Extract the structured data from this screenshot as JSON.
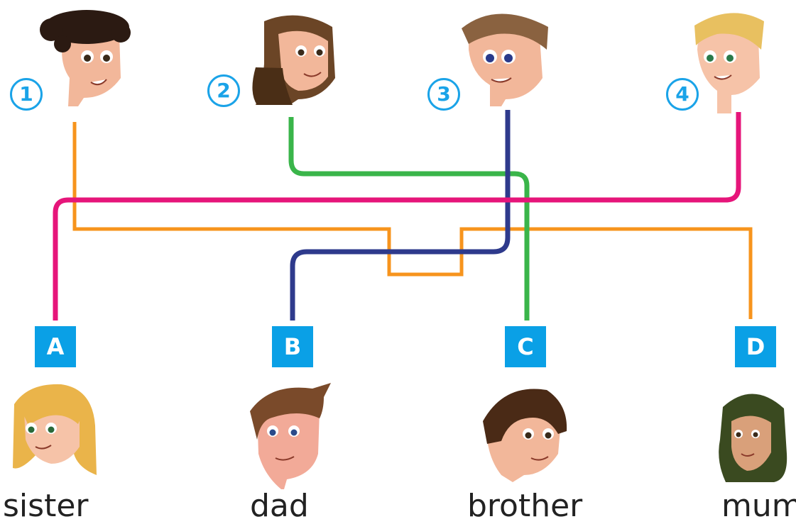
{
  "top_numbers": [
    "1",
    "2",
    "3",
    "4"
  ],
  "bottom_letters": [
    "A",
    "B",
    "C",
    "D"
  ],
  "bottom_words": [
    "sister",
    "dad",
    "brother",
    "mum"
  ],
  "line_colors": {
    "line_1": "#f7941d",
    "line_2": "#3ab54a",
    "line_3": "#2e3a8c",
    "line_4": "#e6157a"
  },
  "badge_color": "#1aa3e8",
  "letter_box_color": "#0aa0e6"
}
